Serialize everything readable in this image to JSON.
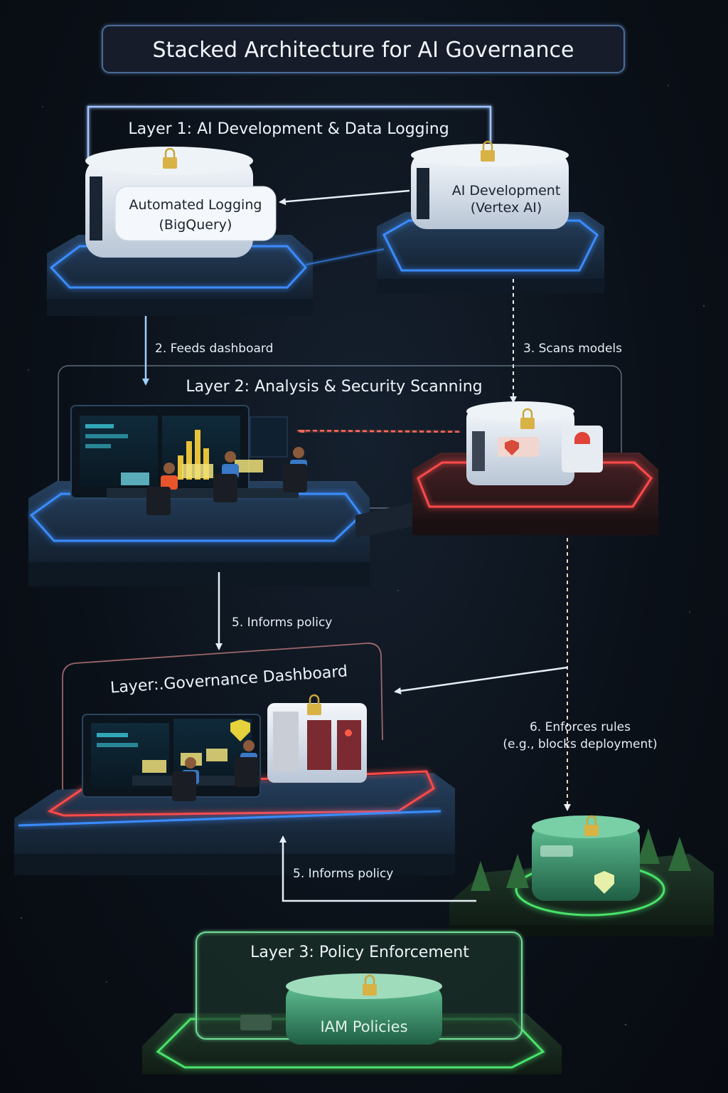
{
  "title": "Stacked Architecture for AI Governance",
  "layers": {
    "layer1": "Layer 1: AI Development & Data Logging",
    "layer2": "Layer 2: Analysis & Security Scanning",
    "governance": "Layer:.Governance Dashboard",
    "layer3": "Layer 3: Policy Enforcement"
  },
  "nodes": {
    "logging": [
      "Automated Logging",
      "(BigQuery)"
    ],
    "development": [
      "AI Development",
      "(Vertex AI)"
    ],
    "iam": "IAM Policies"
  },
  "edges": {
    "feeds": "2. Feeds dashboard",
    "scans": "3. Scans models",
    "informs_top": "5. Informs policy",
    "enforces": [
      "6. Enforces rules",
      "(e.g., blocks deployment)"
    ],
    "informs_bottom": "5. Informs policy"
  },
  "colors": {
    "blue_glow": "#3b8cff",
    "red_glow": "#ff4a4a",
    "green_glow": "#49e36b"
  }
}
